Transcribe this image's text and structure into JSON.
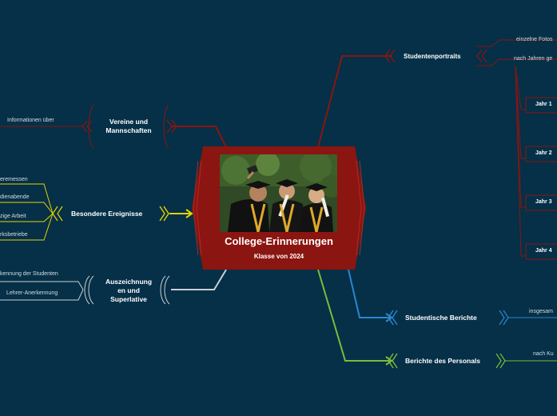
{
  "central": {
    "title": "College-Erinnerungen",
    "subtitle": "Klasse von 2024"
  },
  "branches": {
    "studentenportraits": {
      "label": "Studentenportraits",
      "notes": [
        "einzelne Fotos",
        "nach Jahren ge"
      ],
      "years": [
        "Jahr 1",
        "Jahr 2",
        "Jahr 3",
        "Jahr 4"
      ]
    },
    "vereine": {
      "label_line1": "Vereine und",
      "label_line2": "Mannschaften",
      "notes": [
        "Informationen über"
      ]
    },
    "ereignisse": {
      "label": "Besondere Ereignisse",
      "notes": [
        "eremessen",
        "dienabende",
        "zige Arbeit",
        "rksbetriebe"
      ]
    },
    "auszeichnungen": {
      "label_line1": "Auszeichnung",
      "label_line2": "en und",
      "label_line3": "Superlative",
      "notes": [
        "kennung der Studenten",
        "Lehrer-Anerkennung"
      ]
    },
    "studentische_berichte": {
      "label": "Studentische Berichte",
      "notes": [
        "insgesam"
      ]
    },
    "berichte_personal": {
      "label": "Berichte des Personals",
      "notes": [
        "nach Ku"
      ]
    }
  },
  "colors": {
    "background": "#053047",
    "red": "#8b1510",
    "yellow": "#e6d200",
    "gray": "#c9d0d4",
    "blue": "#2b86d0",
    "green": "#7fba3a"
  }
}
